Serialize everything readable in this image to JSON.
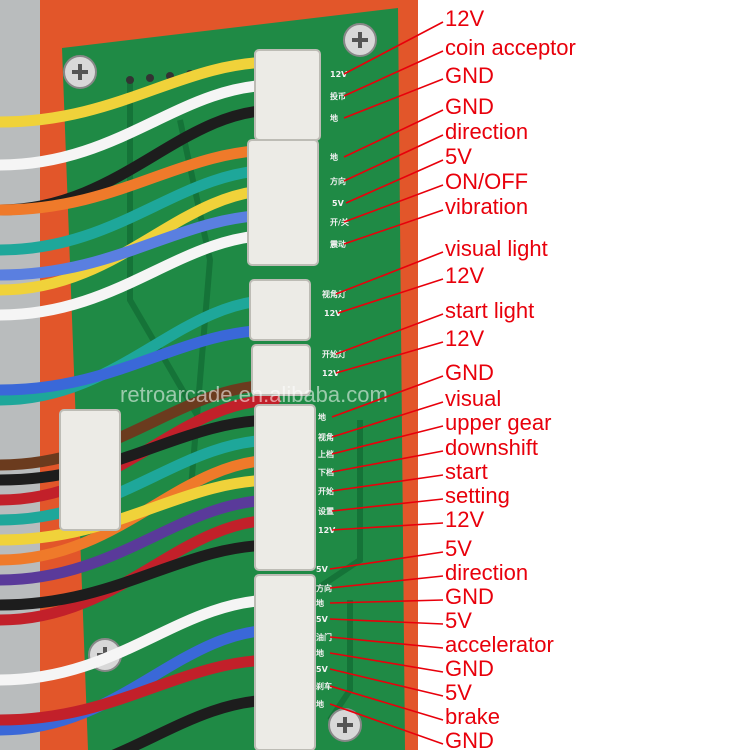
{
  "callouts": [
    "12V",
    "coin acceptor",
    "GND",
    "GND",
    "direction",
    "5V",
    "ON/OFF",
    "vibration",
    "visual light",
    "12V",
    "start light",
    "12V",
    "GND",
    "visual",
    "upper gear",
    "downshift",
    "start",
    "setting",
    "12V",
    "5V",
    "direction",
    "GND",
    "5V",
    "accelerator",
    "GND",
    "5V",
    "brake",
    "GND"
  ],
  "silkscreen": [
    "12V",
    "投币",
    "地",
    "地",
    "方向",
    "5V",
    "开/关",
    "震动",
    "视角灯",
    "12V",
    "开始灯",
    "12V",
    "地",
    "视角",
    "上档",
    "下档",
    "开始",
    "设置",
    "12V",
    "5V",
    "方向",
    "地",
    "5V",
    "油门",
    "地",
    "5V",
    "刹车",
    "地"
  ],
  "watermark": "retroarcade.en.alibaba.com",
  "colors": {
    "callout": "#e8000b",
    "pcb": "#1f8a45",
    "panel": "#e2562a",
    "connector": "#ecebe6"
  },
  "wire_colors": [
    "#f0d23a",
    "#f5f5f5",
    "#1d1d1d",
    "#ef7a2a",
    "#1ea79a",
    "#f0d23a",
    "#5a7fe0",
    "#f5f5f5",
    "#1ea79a",
    "#3a68d8",
    "#6b3b1e",
    "#c2202a",
    "#1d1d1d",
    "#1ea79a",
    "#ef7a2a",
    "#f0d23a",
    "#5a3a9a",
    "#c2202a",
    "#1d1d1d",
    "#f5f5f5",
    "#3a68d8",
    "#c2202a",
    "#1d1d1d"
  ]
}
